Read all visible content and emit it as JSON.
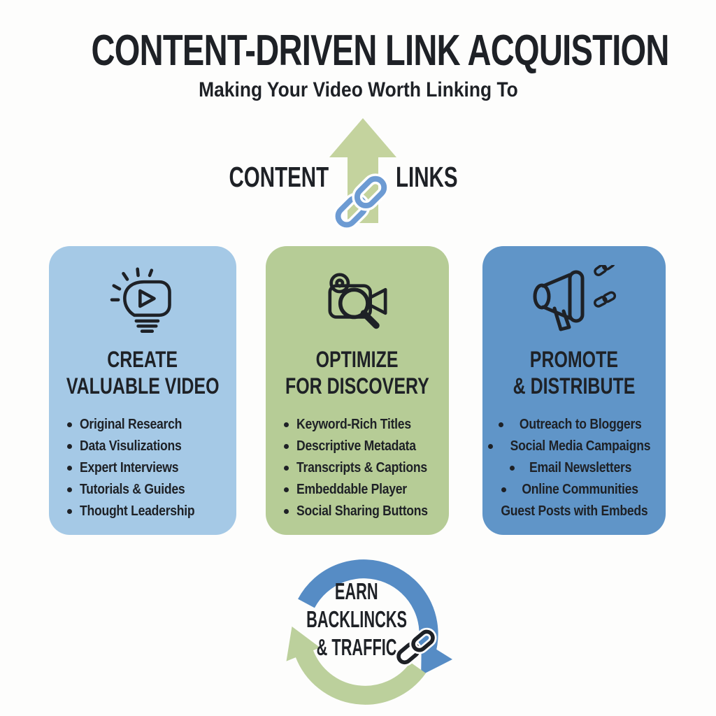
{
  "colors": {
    "ink": "#1e2126",
    "bg": "#fdfdfc",
    "card1bg": "#a5c9e6",
    "card2bg": "#b6cc96",
    "card3bg": "#6095c8",
    "arrowgreen": "#c4d39e",
    "chainblue": "#6d9bd3",
    "cycleblue": "#568cc5",
    "cyclegreen": "#bcd09c"
  },
  "header": {
    "title": "CONTENT-DRIVEN LINK ACQUISTION",
    "subtitle": "Making Your Video Worth Linking To"
  },
  "flow": {
    "left_label": "CONTENT",
    "right_label": "LINKS",
    "arrow_icon": "up-arrow",
    "chain_icon": "chain-link"
  },
  "cards": [
    {
      "icon": "lightbulb-play",
      "title_line1": "CREATE",
      "title_line2": "VALUABLE VIDEO",
      "bullets": [
        {
          "label": "Original Research",
          "dot": true
        },
        {
          "label": "Data Visulizations",
          "dot": true
        },
        {
          "label": "Expert Interviews",
          "dot": true
        },
        {
          "label": "Tutorials & Guides",
          "dot": true
        },
        {
          "label": "Thought Leadership",
          "dot": true
        }
      ]
    },
    {
      "icon": "camera-magnifier",
      "title_line1": "OPTIMIZE",
      "title_line2": "FOR DISCOVERY",
      "bullets": [
        {
          "label": "Keyword-Rich Titles",
          "dot": true
        },
        {
          "label": "Descriptive Metadata",
          "dot": true
        },
        {
          "label": "Transcripts & Captions",
          "dot": true
        },
        {
          "label": "Embeddable Player",
          "dot": true
        },
        {
          "label": "Social Sharing Buttons",
          "dot": true
        }
      ]
    },
    {
      "icon": "megaphone-chains",
      "title_line1": "PROMOTE",
      "title_line2": "& DISTRIBUTE",
      "bullets": [
        {
          "label": "Outreach to Bloggers",
          "dot": true
        },
        {
          "label": "Social Media Campaigns",
          "dot": true
        },
        {
          "label": "Email Newsletters",
          "dot": true
        },
        {
          "label": "Online Communities",
          "dot": true
        },
        {
          "label": "Guest Posts with Embeds",
          "dot": false
        }
      ]
    }
  ],
  "cycle": {
    "line1": "EARN",
    "line2": "BACKLINCKS",
    "line3": "& TRAFFIC",
    "arrows_icon": "cycle-arrows",
    "chain_icon": "chain-link"
  }
}
